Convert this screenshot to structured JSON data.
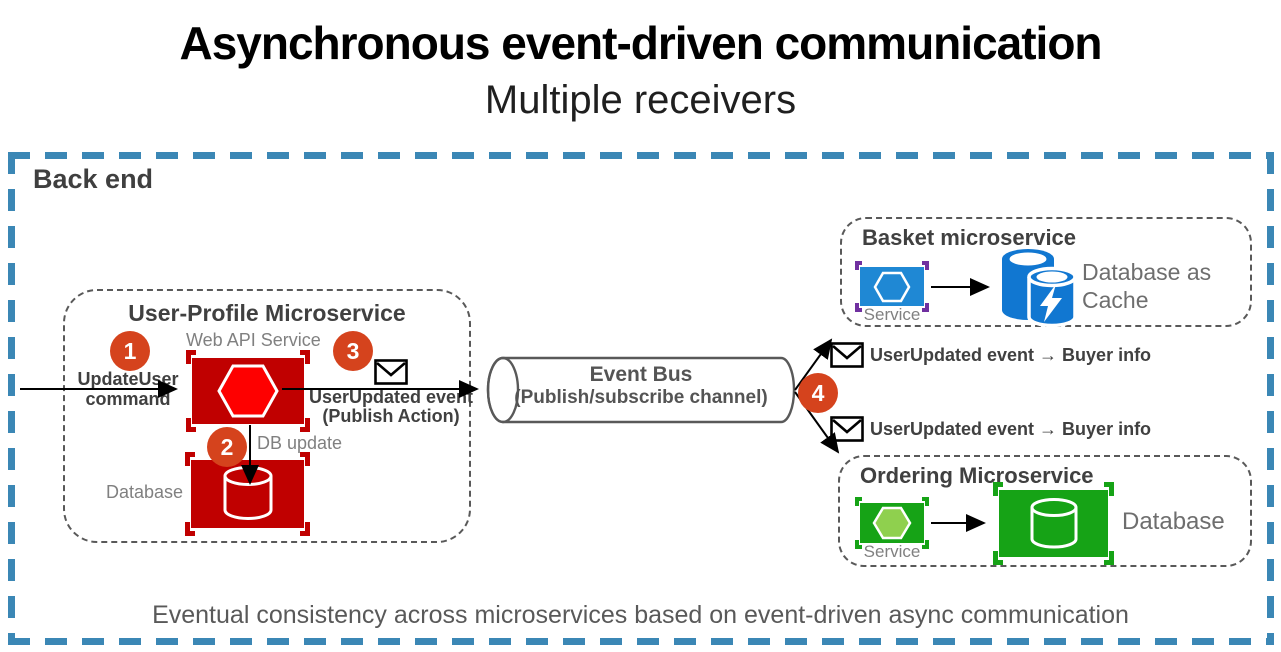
{
  "header": {
    "title": "Asynchronous event-driven communication",
    "subtitle": "Multiple receivers"
  },
  "backend": {
    "label": "Back end",
    "footer": "Eventual consistency across microservices based on event-driven async communication",
    "border_color": "#3B87B5"
  },
  "user_profile": {
    "title": "User-Profile Microservice",
    "step1": "1",
    "step2": "2",
    "step3": "3",
    "command_line1": "UpdateUser",
    "command_line2": "command",
    "web_api_label": "Web API Service",
    "event_line1": "UserUpdated event",
    "event_line2": "(Publish Action)",
    "db_update_label": "DB update",
    "database_label": "Database"
  },
  "event_bus": {
    "line1": "Event Bus",
    "line2": "(Publish/subscribe channel)",
    "step": "4"
  },
  "messages": [
    {
      "text": "UserUpdated event → Buyer info"
    },
    {
      "text": "UserUpdated event → Buyer info"
    }
  ],
  "basket": {
    "title": "Basket microservice",
    "service_label": "Service",
    "db_line1": "Database as",
    "db_line2": "Cache"
  },
  "ordering": {
    "title": "Ordering Microservice",
    "service_label": "Service",
    "db_label": "Database"
  },
  "icons": {
    "envelope": "message-envelope",
    "hexagon": "service-hexagon",
    "cylinder": "database-cylinder",
    "lightning": "cache-bolt",
    "pipe": "event-bus-cylinder"
  },
  "colors": {
    "badge": "#D5431D",
    "backend_border": "#3B87B5",
    "red_container": "#C00000",
    "red_hexagon": "#FE0000",
    "blue_container": "#1F88D4",
    "purple_bracket": "#7030A0",
    "blue_database": "#1177D1",
    "green_container": "#16A316",
    "green_hexagon": "#8FD04E",
    "gray_text": "#595959",
    "label_gray": "#808080"
  }
}
